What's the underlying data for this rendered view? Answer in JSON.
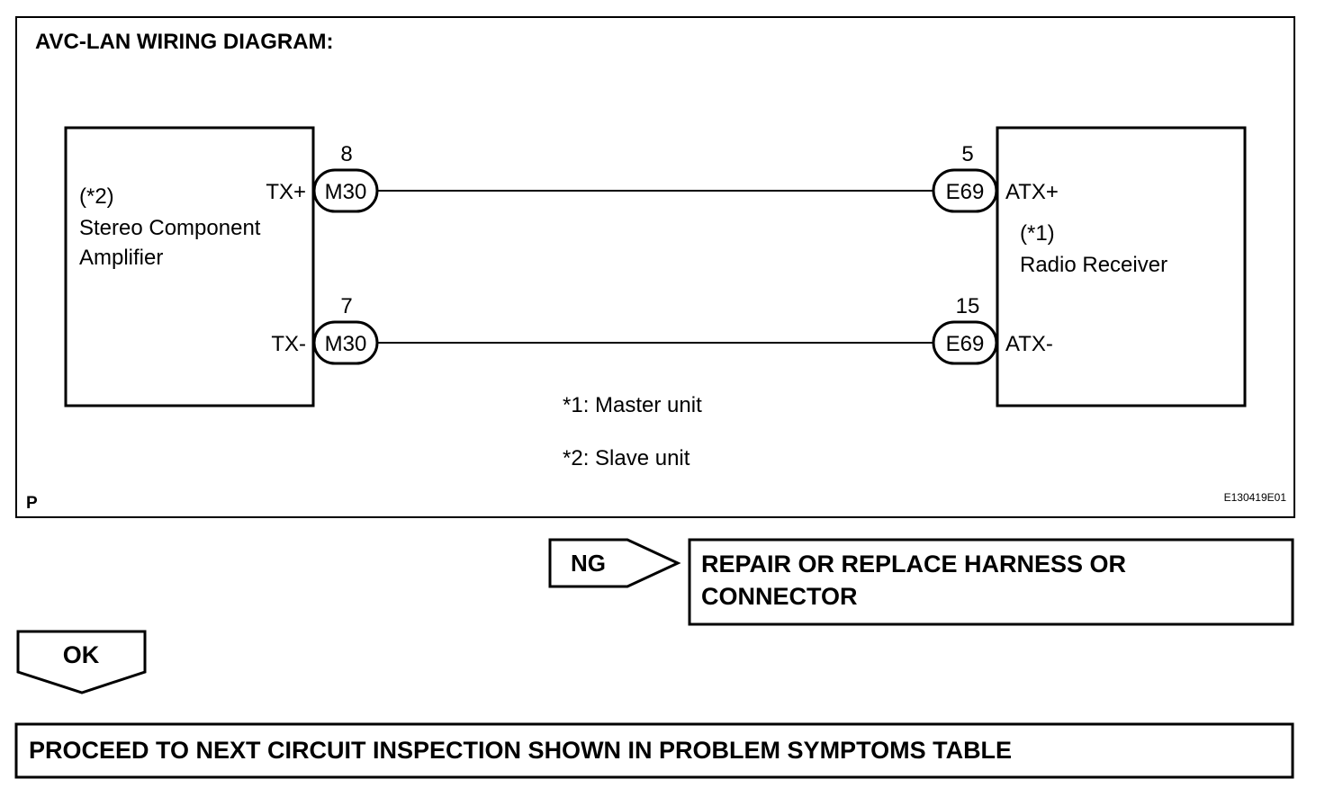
{
  "diagram": {
    "title": "AVC-LAN WIRING DIAGRAM:",
    "corner_left": "P",
    "corner_right": "E130419E01",
    "amplifier": {
      "ref": "(*2)",
      "name_line1": "Stereo Component",
      "name_line2": "Amplifier",
      "pin_pos": "TX+",
      "pin_neg": "TX-"
    },
    "receiver": {
      "ref": "(*1)",
      "name": "Radio Receiver",
      "pin_pos": "ATX+",
      "pin_neg": "ATX-"
    },
    "wires": [
      {
        "left_connector": "M30",
        "left_pin": "8",
        "right_connector": "E69",
        "right_pin": "5"
      },
      {
        "left_connector": "M30",
        "left_pin": "7",
        "right_connector": "E69",
        "right_pin": "15"
      }
    ],
    "notes": [
      "*1: Master unit",
      "*2: Slave unit"
    ]
  },
  "flow": {
    "ng_label": "NG",
    "ng_action_line1": "REPAIR OR REPLACE HARNESS OR",
    "ng_action_line2": "CONNECTOR",
    "ok_label": "OK",
    "ok_action": "PROCEED TO NEXT CIRCUIT INSPECTION SHOWN IN PROBLEM SYMPTOMS TABLE"
  }
}
